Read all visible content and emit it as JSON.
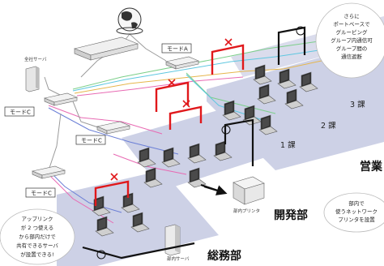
{
  "diagram": {
    "mode_a_label": "モードA",
    "mode_c_labels": [
      "モードC",
      "モードC",
      "モードC"
    ],
    "company_server": "全社サーバ",
    "dept_printer": "部内プリンタ",
    "dept_server": "部内サーバ",
    "departments": {
      "sales": "営業",
      "dev": "開発部",
      "general": "総務部"
    },
    "courses": [
      "3 課",
      "2 課",
      "1 課"
    ],
    "bubbles": {
      "top_right": [
        "さらに",
        "ポートベースで",
        "グルーピング",
        "グループ内通信可",
        "グループ間の",
        "通信遮断"
      ],
      "mid_right": [
        "部内で",
        "使うネットワーク",
        "プリンタを設置"
      ],
      "bottom_left": [
        "アップリンク",
        "が 2 つ使える",
        "から部内だけで",
        "共有できるサーバ",
        "が設置できる!"
      ]
    },
    "colors": {
      "red": "#e0181b",
      "floor": "#cdd1e6",
      "cable_green": "#7ccf8a",
      "cable_cyan": "#5ec7e0",
      "cable_pink": "#e86ab3",
      "cable_blue": "#6b7fd6"
    }
  }
}
